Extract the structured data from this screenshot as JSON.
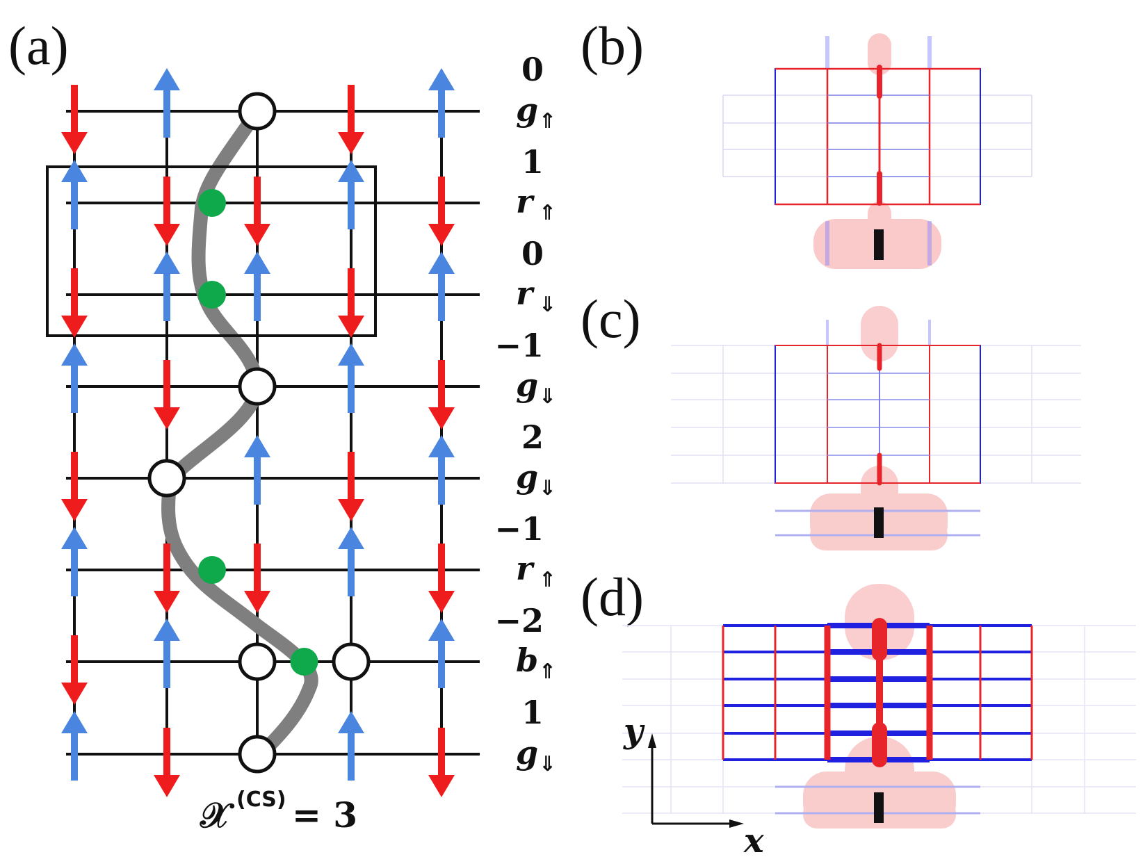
{
  "panel_labels": [
    "(a)",
    "(b)",
    "(c)",
    "(d)"
  ],
  "numbers_between_rows": [
    "0",
    "1",
    "0",
    "−1",
    "2",
    "−1",
    "−2",
    "1"
  ],
  "row_labels": [
    {
      "main": "g",
      "sub": "⇑"
    },
    {
      "main": "r",
      "sub": "⇑"
    },
    {
      "main": "r",
      "sub": "⇓"
    },
    {
      "main": "g",
      "sub": "⇓"
    },
    {
      "main": "g",
      "sub": "⇓"
    },
    {
      "main": "r",
      "sub": "⇑"
    },
    {
      "main": "b",
      "sub": "⇑"
    },
    {
      "main": "g",
      "sub": "⇓"
    }
  ],
  "formula": {
    "symbol": "𝒳",
    "superscript": "(CS)",
    "rhs": "= 3"
  },
  "axes": {
    "x": "x",
    "y": "y"
  },
  "spin_rows": [
    [
      "down",
      "up",
      "none",
      "down",
      "up"
    ],
    [
      "up",
      "down",
      "down",
      "up",
      "down"
    ],
    [
      "down",
      "up",
      "up",
      "down",
      "up"
    ],
    [
      "up",
      "down",
      "none",
      "up",
      "down"
    ],
    [
      "down",
      "none",
      "up",
      "down",
      "up"
    ],
    [
      "up",
      "down",
      "down",
      "up",
      "down"
    ],
    [
      "down",
      "up",
      "none",
      "none",
      "up"
    ],
    [
      "up",
      "down",
      "none",
      "up",
      "down"
    ]
  ],
  "open_circles": [
    [
      0,
      2
    ],
    [
      3,
      2
    ],
    [
      4,
      1
    ],
    [
      6,
      2
    ],
    [
      6,
      3
    ],
    [
      7,
      2
    ]
  ],
  "green_dots": [
    [
      1,
      1.5
    ],
    [
      2,
      1.5
    ],
    [
      5,
      1.5
    ],
    [
      6,
      2.5
    ]
  ],
  "colors": {
    "spin_up": "#4a86e0",
    "spin_down": "#ee1c1c",
    "green_dot": "#0fa84a",
    "string": "#7f7f7f",
    "bond_red": "#e8242b",
    "bond_blue": "#2020e0",
    "blob": "#f48a8a"
  }
}
